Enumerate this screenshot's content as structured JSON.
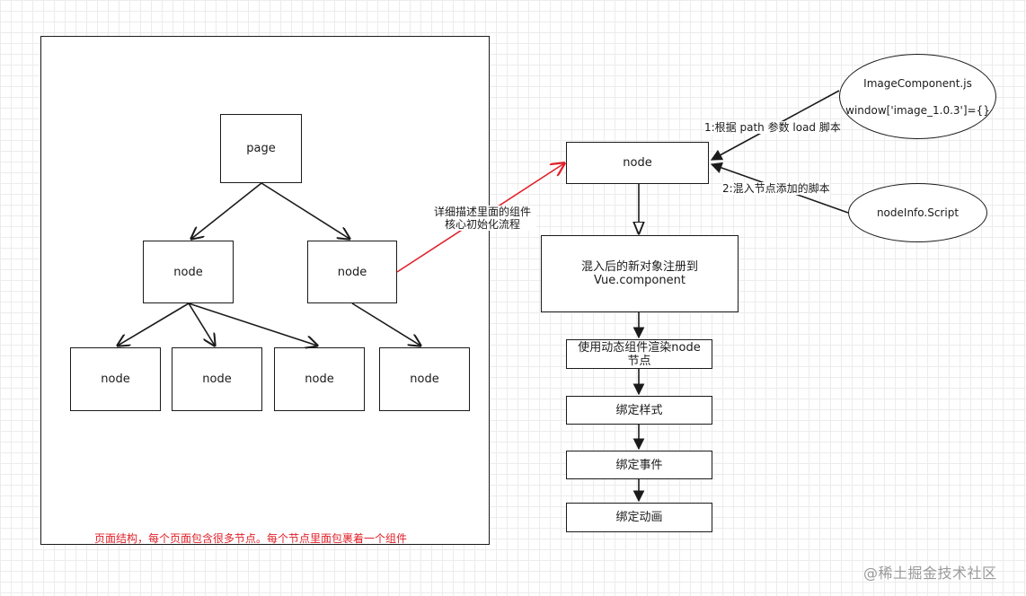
{
  "colors": {
    "line": "#1a1a1a",
    "highlight": "#e0202a",
    "watermark": "#9a9a9a"
  },
  "tree": {
    "root": "page",
    "level1_left": "node",
    "level1_right": "node",
    "leaf_1": "node",
    "leaf_2": "node",
    "leaf_3": "node",
    "leaf_4": "node",
    "caption": "页面结构，每个页面包含很多节点。每个节点里面包裹着一个组件"
  },
  "link_note": "详细描述里面的组件\n核心初始化流程",
  "flow": {
    "node": "node",
    "register": "混入后的新对象注册到\nVue.component",
    "render": "使用动态组件渲染node\n节点",
    "bind_style": "绑定样式",
    "bind_event": "绑定事件",
    "bind_animation": "绑定动画"
  },
  "sources": {
    "image_component_file": "ImageComponent.js",
    "image_component_code": "window['image_1.0.3']={}",
    "nodeinfo_script": "nodeInfo.Script",
    "step1_label": "1:根据 path 参数 load 脚本",
    "step2_label": "2:混入节点添加的脚本"
  },
  "watermark": "@稀土掘金技术社区"
}
